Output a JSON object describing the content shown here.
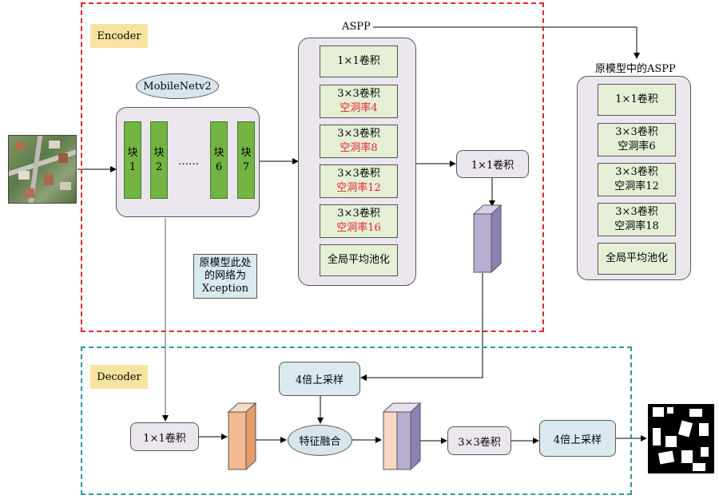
{
  "encoder": {
    "label": "Encoder"
  },
  "decoder": {
    "label": "Decoder"
  },
  "backbone": {
    "name": "MobileNetv2",
    "blocks": [
      {
        "name": "块",
        "num": "1"
      },
      {
        "name": "块",
        "num": "2"
      },
      {
        "name": "块",
        "num": "6"
      },
      {
        "name": "块",
        "num": "7"
      }
    ],
    "dots": "……"
  },
  "note": {
    "line1": "原模型此处",
    "line2": "的网络为",
    "line3": "Xception"
  },
  "aspp": {
    "title": "ASPP",
    "items": [
      {
        "line1": "1×1卷积",
        "line2": ""
      },
      {
        "line1": "3×3卷积",
        "line2": "空洞率4"
      },
      {
        "line1": "3×3卷积",
        "line2": "空洞率8"
      },
      {
        "line1": "3×3卷积",
        "line2": "空洞率12"
      },
      {
        "line1": "3×3卷积",
        "line2": "空洞率16"
      },
      {
        "line1": "全局平均池化",
        "line2": ""
      }
    ]
  },
  "orig_aspp": {
    "title": "原模型中的ASPP",
    "items": [
      {
        "line1": "1×1卷积",
        "line2": ""
      },
      {
        "line1": "3×3卷积",
        "line2": "空洞率6"
      },
      {
        "line1": "3×3卷积",
        "line2": "空洞率12"
      },
      {
        "line1": "3×3卷积",
        "line2": "空洞率18"
      },
      {
        "line1": "全局平均池化",
        "line2": ""
      }
    ]
  },
  "encoder_conv": "1×1卷积",
  "decoder_nodes": {
    "conv1": "1×1卷积",
    "upsample_a": "4倍上采样",
    "fusion": "特征融合",
    "conv3": "3×3卷积",
    "upsample_b": "4倍上采样"
  },
  "colors": {
    "encoder_border": "#e8222a",
    "decoder_border": "#2a9a9c",
    "tag_bg": "#f7e3a0",
    "block_green": "#73b443",
    "highlight_red": "#e8222a",
    "feature_purple": "#b7aed2",
    "feature_orange": "#f2b98e"
  }
}
